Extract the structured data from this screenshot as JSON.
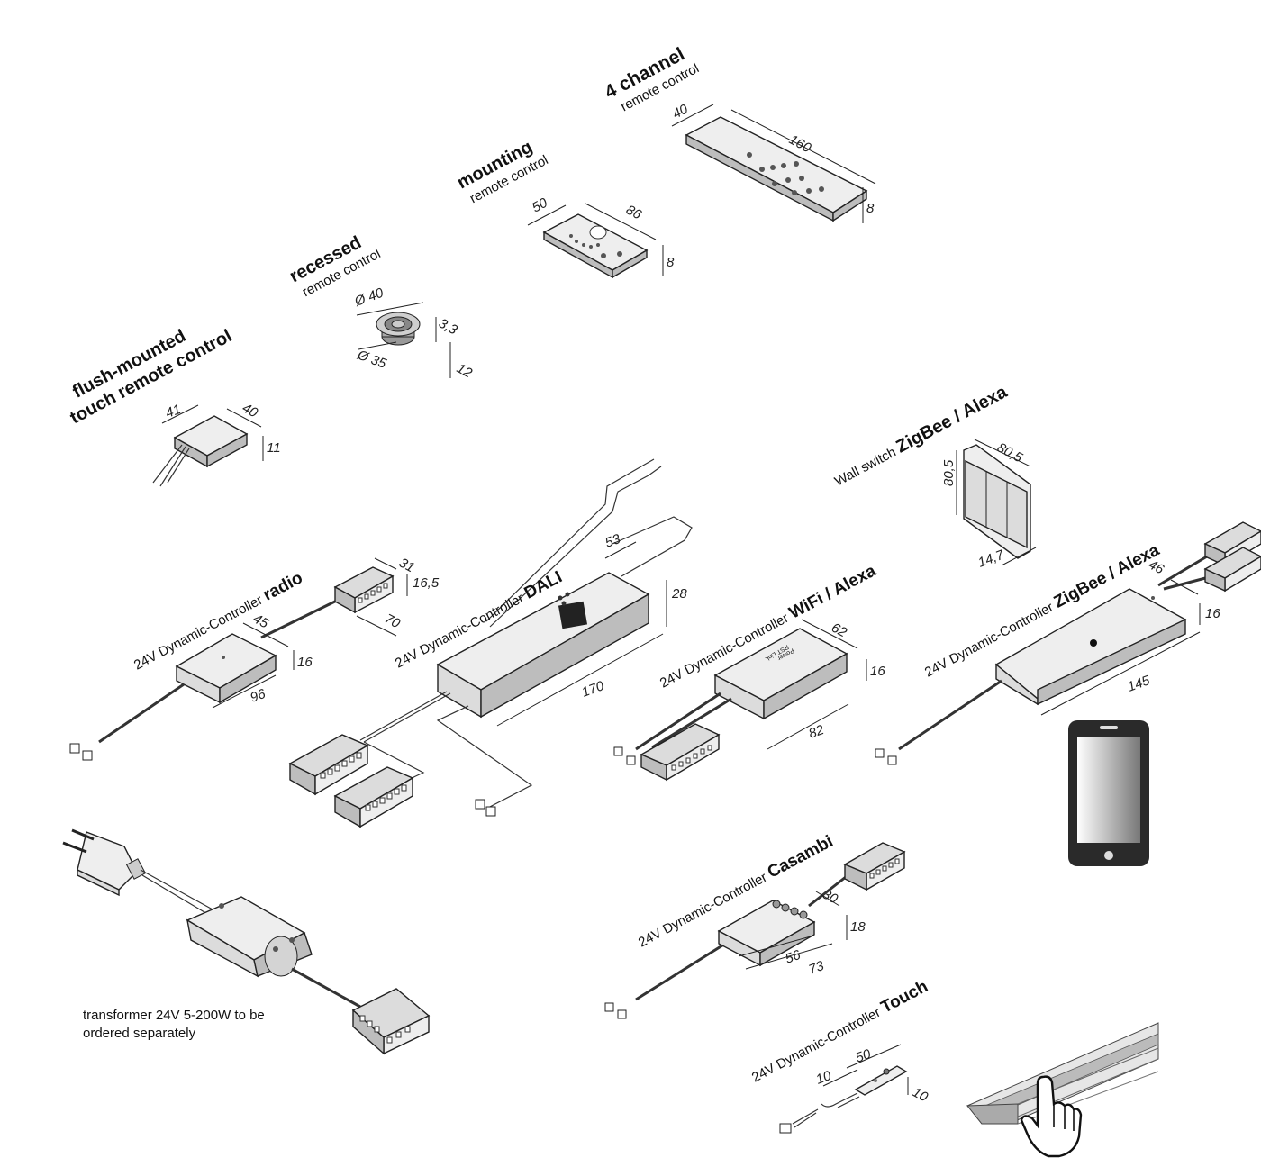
{
  "products": {
    "flush_touch": {
      "line1": "flush-mounted",
      "line2": "touch remote control",
      "dims": [
        "41",
        "40",
        "11"
      ]
    },
    "recessed": {
      "title": "recessed",
      "subtitle": "remote control",
      "dims": [
        "Ø 40",
        "3,3",
        "Ø 35",
        "12"
      ]
    },
    "mounting": {
      "title": "mounting",
      "subtitle": "remote control",
      "dims": [
        "50",
        "86",
        "8"
      ]
    },
    "four_channel": {
      "title": "4 channel",
      "subtitle": "remote control",
      "dims": [
        "40",
        "160",
        "8"
      ]
    },
    "wall_switch": {
      "prefix": "Wall switch ",
      "bold": "ZigBee / Alexa",
      "dims": [
        "80,5",
        "80,5",
        "14,7"
      ]
    },
    "radio": {
      "prefix": "24V Dynamic-Controller ",
      "bold": "radio",
      "dims": [
        "31",
        "16,5",
        "70",
        "45",
        "16",
        "96"
      ]
    },
    "dali": {
      "prefix": "24V Dynamic-Controller ",
      "bold": "DALI",
      "dims": [
        "53",
        "28",
        "170"
      ]
    },
    "wifi": {
      "prefix": "24V Dynamic-Controller ",
      "bold": "WiFi / Alexa",
      "dims": [
        "62",
        "16",
        "82"
      ],
      "device_text": [
        "RST Link",
        "Power"
      ]
    },
    "zigbee": {
      "prefix": "24V Dynamic-Controller ",
      "bold": "ZigBee / Alexa",
      "dims": [
        "46",
        "16",
        "145"
      ]
    },
    "casambi": {
      "prefix": "24V Dynamic-Controller ",
      "bold": "Casambi",
      "dims": [
        "30",
        "18",
        "56",
        "73"
      ]
    },
    "touch": {
      "prefix": "24V Dynamic-Controller ",
      "bold": "Touch",
      "dims": [
        "50",
        "10",
        "10"
      ]
    }
  },
  "transformer_note": {
    "line1": "transformer 24V 5-200W to be",
    "line2": "ordered separately"
  },
  "icons": {
    "phone": "smartphone-icon",
    "hand": "touch-hand-icon",
    "plug": "euro-plug-icon"
  }
}
